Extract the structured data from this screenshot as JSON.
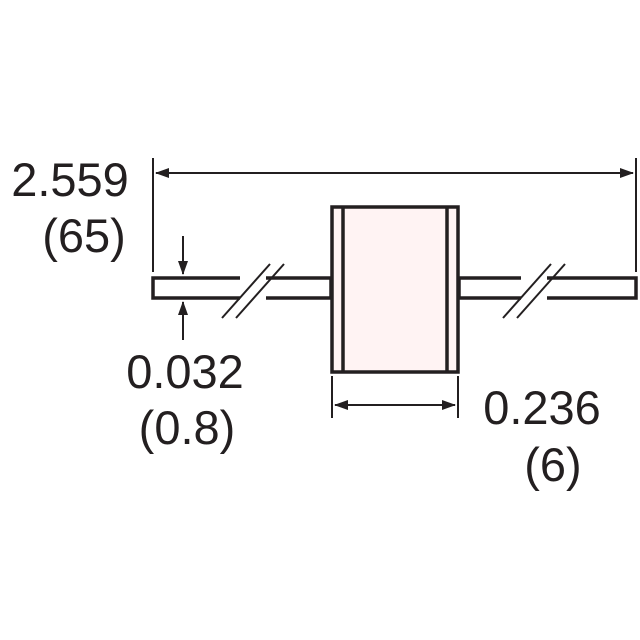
{
  "dimensions": {
    "overall_length": {
      "inches": "2.559",
      "mm": "(65)"
    },
    "lead_diameter": {
      "inches": "0.032",
      "mm": "(0.8)"
    },
    "body_length": {
      "inches": "0.236",
      "mm": "(6)"
    }
  },
  "colors": {
    "ink": "#231f20",
    "body_fill": "#fff3f3",
    "background": "#ffffff"
  }
}
